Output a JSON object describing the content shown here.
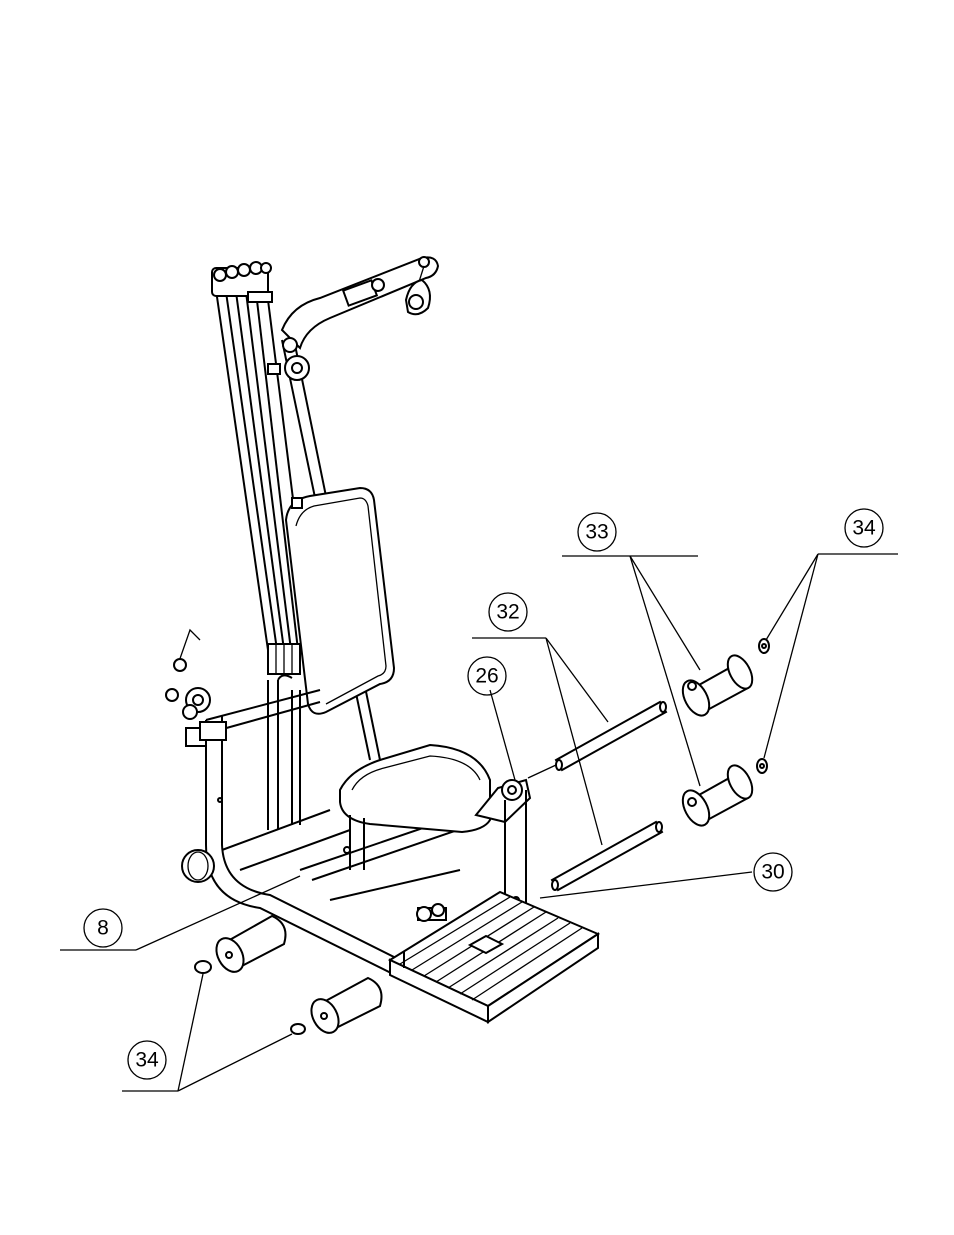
{
  "callouts": {
    "c8": "8",
    "c26": "26",
    "c30": "30",
    "c32": "32",
    "c33": "33",
    "c34_top": "34",
    "c34_bottom": "34"
  }
}
